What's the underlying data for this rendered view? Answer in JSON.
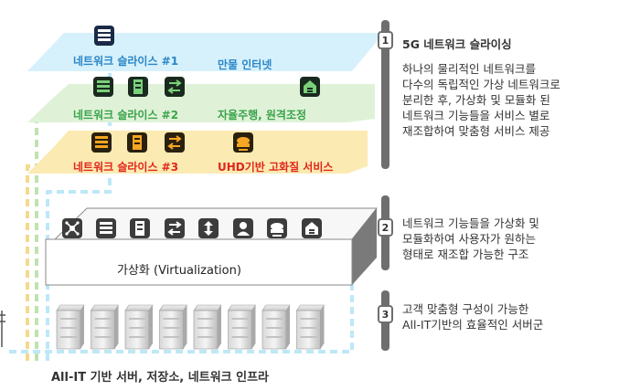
{
  "slices": {
    "slice1": {
      "label": "네트워크 슬라이스 #1",
      "service": "만물 인터넷",
      "color": "#2b86c8",
      "fill": "#d6f1fb"
    },
    "slice2": {
      "label": "네트워크 슬라이스 #2",
      "service": "자율주행, 원격조정",
      "color": "#3aa34a",
      "fill": "#dff2d8"
    },
    "slice3": {
      "label": "네트워크 슬라이스 #3",
      "service": "UHD기반 고화질 서비스",
      "color": "#e0261c",
      "fill": "#fbeab1"
    }
  },
  "virtualization": {
    "label": "가상화 (Virtualization)"
  },
  "infrastructure": {
    "label": "All-IT 기반 서버, 저장소, 네트워크 인프라"
  },
  "steps": [
    {
      "number": "1",
      "title": "5G 네트워크 슬라이싱",
      "lines": [
        "하나의 물리적인 네트워크를",
        "다수의 독립적인 가상 네트워크로",
        "분리한 후, 가상화 및 모듈화 된",
        "네트워크 기능들을 서비스 별로",
        "재조합하여 맞춤형 서비스 제공"
      ]
    },
    {
      "number": "2",
      "title": "",
      "lines": [
        "네트워크 기능들을 가상화 및",
        "모듈화하여 사용자가 원하는",
        "형태로 재조합 가능한 구조"
      ]
    },
    {
      "number": "3",
      "title": "",
      "lines": [
        "고객 맞춤형 구성이 가능한",
        "All-IT기반의 효율적인 서버군"
      ]
    }
  ],
  "icons": [
    "server-icon",
    "storage-icon",
    "switch-icon",
    "home-icon",
    "router-icon",
    "hub-icon",
    "updown-icon",
    "user-icon"
  ]
}
